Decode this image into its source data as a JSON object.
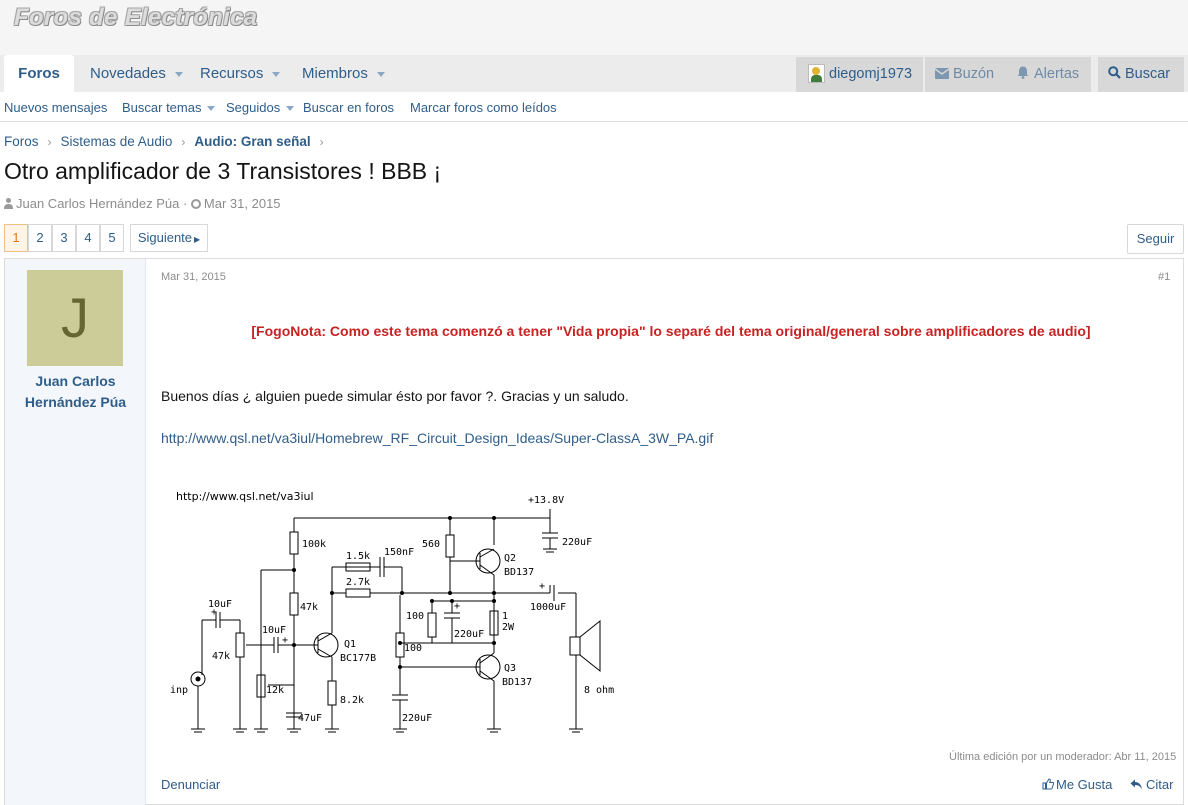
{
  "header": {
    "logo": "Foros de Electrónica"
  },
  "nav": {
    "tabs": [
      {
        "label": "Foros"
      },
      {
        "label": "Novedades"
      },
      {
        "label": "Recursos"
      },
      {
        "label": "Miembros"
      }
    ],
    "user": "diegomj1973",
    "inbox": "Buzón",
    "alerts": "Alertas",
    "search": "Buscar"
  },
  "subnav": {
    "items": [
      {
        "label": "Nuevos mensajes"
      },
      {
        "label": "Buscar temas"
      },
      {
        "label": "Seguidos"
      },
      {
        "label": "Buscar en foros"
      },
      {
        "label": "Marcar foros como leídos"
      }
    ]
  },
  "breadcrumbs": [
    "Foros",
    "Sistemas de Audio",
    "Audio: Gran señal"
  ],
  "thread": {
    "title": "Otro amplificador de 3 Transistores ! BBB ¡",
    "author": "Juan Carlos Hernández Púa",
    "date": "Mar 31, 2015"
  },
  "pager": {
    "pages": [
      "1",
      "2",
      "3",
      "4",
      "5"
    ],
    "next": "Siguiente",
    "watch": "Seguir"
  },
  "post": {
    "avatar_letter": "J",
    "username_line1": "Juan Carlos",
    "username_line2": "Hernández Púa",
    "date": "Mar 31, 2015",
    "number": "#1",
    "fogonota": "[FogoNota: Como este tema comenzó a tener \"Vida propia\" lo separé del tema original/general sobre amplificadores de audio]",
    "body": "Buenos días ¿ alguien puede simular ésto por favor ?. Gracias y un saludo.",
    "link": "http://www.qsl.net/va3iul/Homebrew_RF_Circuit_Design_Ideas/Super-ClassA_3W_PA.gif",
    "edited": "Última edición por un moderador: Abr 11, 2015",
    "report": "Denunciar",
    "like": "Me Gusta",
    "quote": "Citar"
  },
  "schematic": {
    "url": "http://www.qsl.net/va3iul",
    "labels": {
      "supply": "+13.8V",
      "c220a": "220uF",
      "r100k": "100k",
      "r560": "560",
      "r15k": "1.5k",
      "c150n": "150nF",
      "q2": "Q2",
      "bd137a": "BD137",
      "r27k": "2.7k",
      "c1000": "1000uF",
      "r47ka": "47k",
      "r100a": "100",
      "c220b": "220uF",
      "r1": "1",
      "r2w": "2W",
      "c10a": "10uF",
      "q1": "Q1",
      "bc177": "BC177B",
      "c10b": "10uF",
      "pot": "47k",
      "r100b": "100",
      "q3": "Q3",
      "bd137b": "BD137",
      "inp": "inp",
      "r12k": "12k",
      "r82k": "8.2k",
      "spk": "8 ohm",
      "c47": "47uF",
      "c220c": "220uF",
      "plus1": "+",
      "plus2": "+",
      "plus3": "+",
      "plus4": "+"
    }
  }
}
